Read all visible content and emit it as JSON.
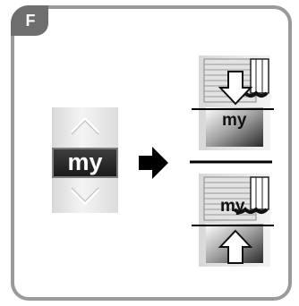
{
  "panel": {
    "badge_letter": "F"
  },
  "remote": {
    "my_label": "my"
  },
  "top_window": {
    "my_label": "my"
  },
  "bottom_window": {
    "my_label": "my"
  }
}
